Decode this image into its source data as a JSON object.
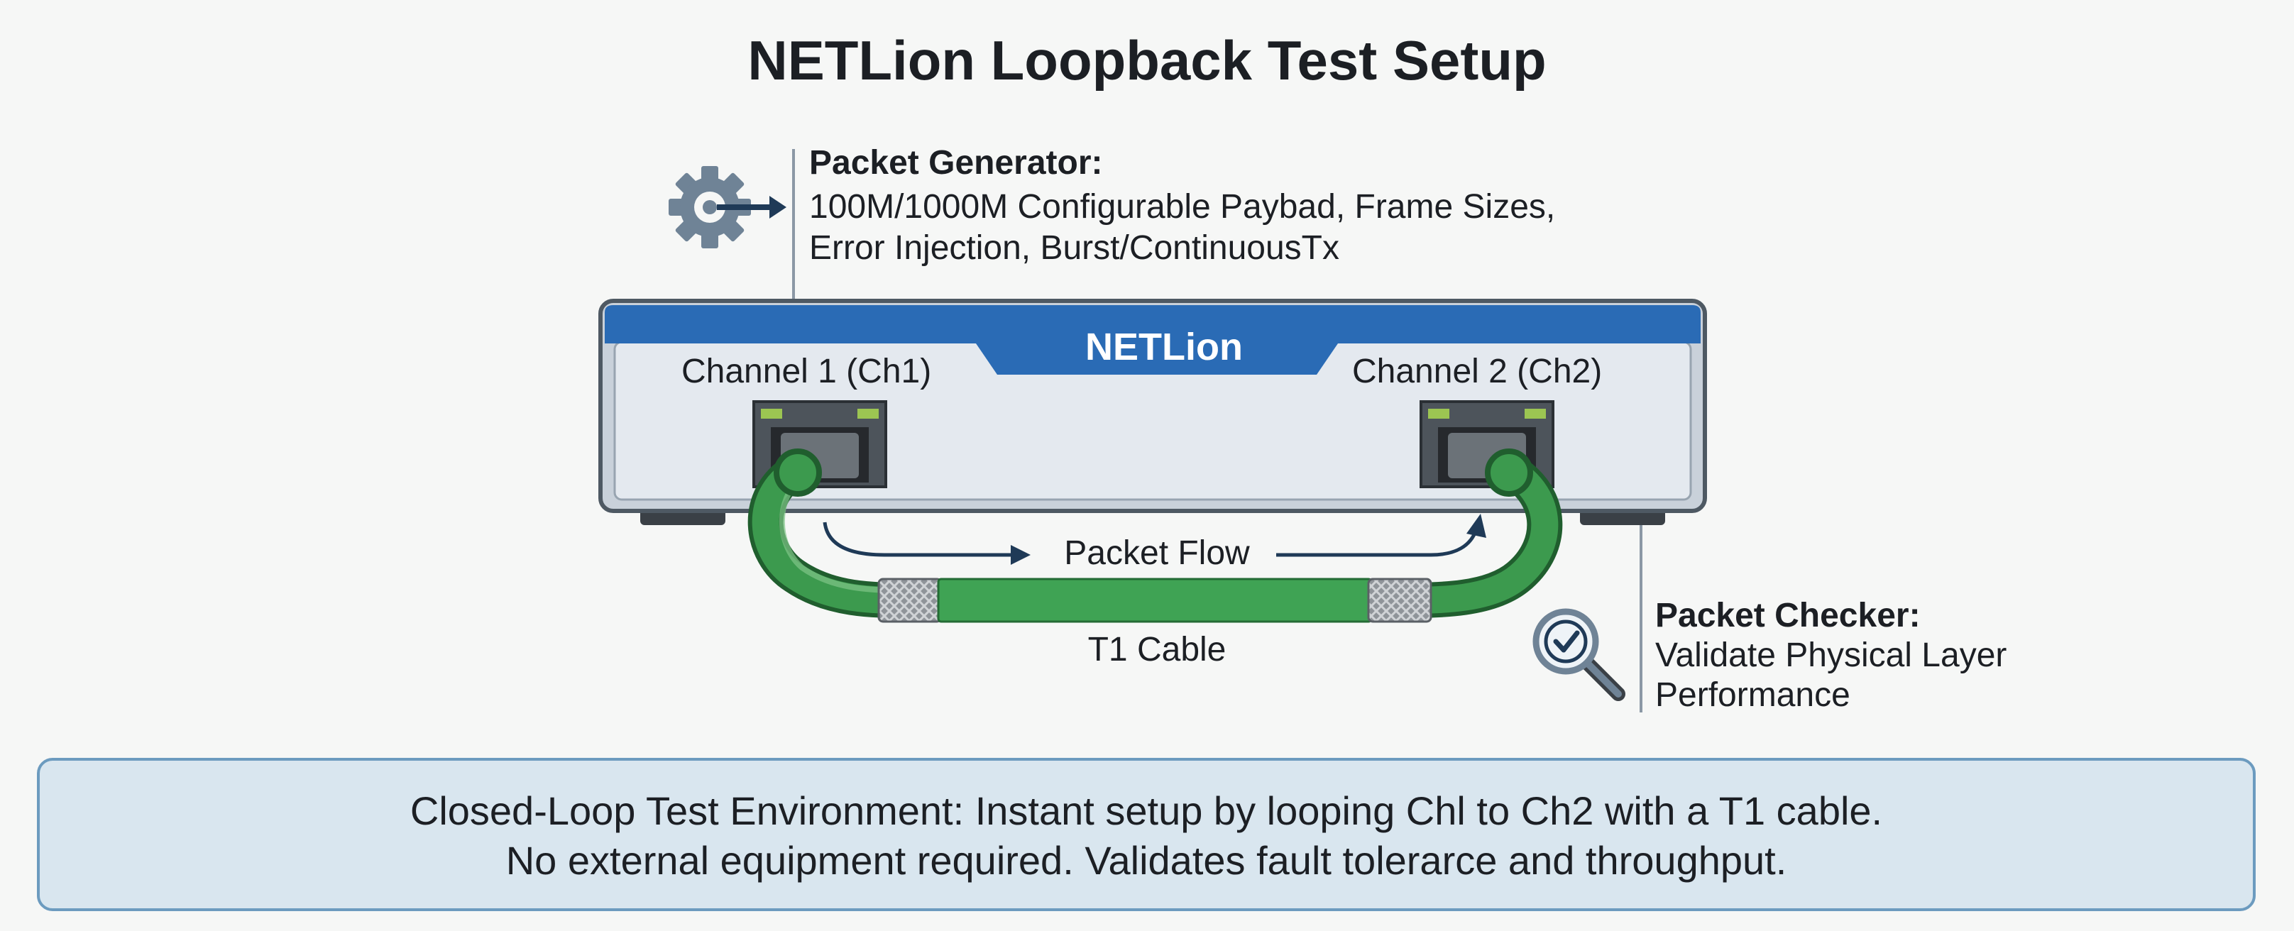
{
  "title": "NETLion Loopback Test Setup",
  "generator": {
    "title": "Packet Generator:",
    "line1": "100M/1000M Configurable Paybad, Frame Sizes,",
    "line2": "Error Injection, Burst/ContinuousTx",
    "icon": "gear-arrow-icon"
  },
  "device": {
    "brand": "NETLion",
    "channel1": "Channel 1 (Ch1)",
    "channel2": "Channel 2 (Ch2)"
  },
  "flow_label": "Packet Flow",
  "cable_label": "T1 Cable",
  "checker": {
    "title": "Packet Checker:",
    "line1": "Validate Physical Layer",
    "line2": "Performance",
    "icon": "magnifier-check-icon"
  },
  "footer": {
    "line1": "Closed-Loop Test Environment: Instant setup by looping Chl  to Ch2 with a T1 cable.",
    "line2": "No external equipment required. Validates fault tolerarce and throughput."
  },
  "colors": {
    "brand_blue": "#2a6bb5",
    "cable_green": "#3c9a4e",
    "footer_bg": "#d9e6ef",
    "footer_border": "#6c9bbf"
  }
}
